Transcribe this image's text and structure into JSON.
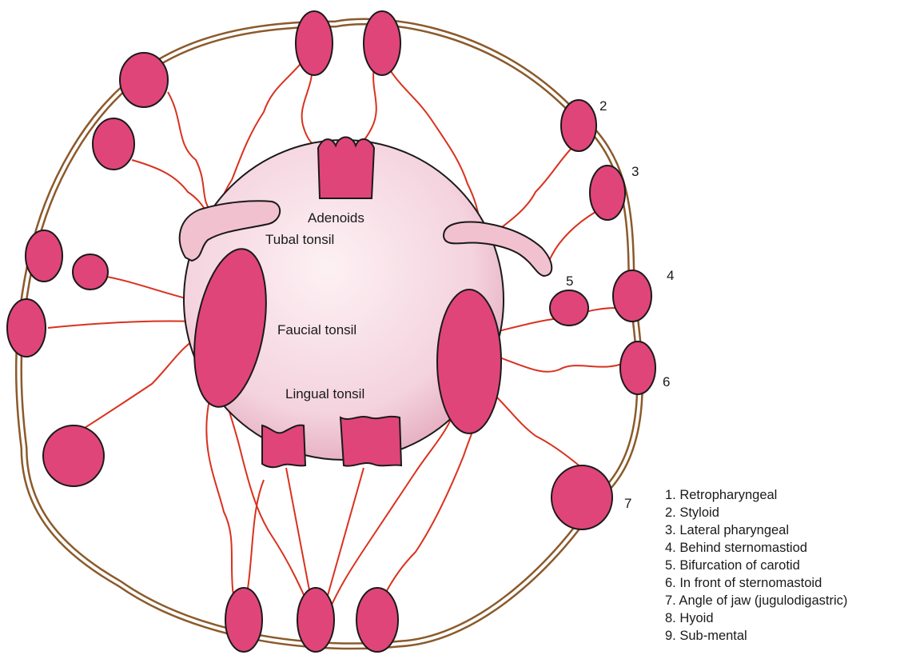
{
  "structures": {
    "adenoids": "Adenoids",
    "tubal_tonsil": "Tubal tonsil",
    "faucial_tonsil": "Faucial tonsil",
    "lingual_tonsil": "Lingual tonsil"
  },
  "node_numbers": [
    "2",
    "3",
    "4",
    "5",
    "6",
    "7"
  ],
  "legend": [
    "1. Retropharyngeal",
    "2. Styloid",
    "3. Lateral pharyngeal",
    "4. Behind sternomastiod",
    "5. Bifurcation of carotid",
    "6. In front of sternomastoid",
    "7. Angle of jaw (jugulodigastric)",
    "8. Hyoid",
    "9. Sub-mental"
  ],
  "colors": {
    "node_fill": "#e0457a",
    "outline": "#1a1a1a",
    "lymph_vessel": "#d9321e",
    "outer_ring": "#8b5a2b",
    "pharynx_center": "#fdf1f4",
    "pharynx_edge": "#e9b6c6",
    "tubal_fill": "#f2c1d0"
  }
}
